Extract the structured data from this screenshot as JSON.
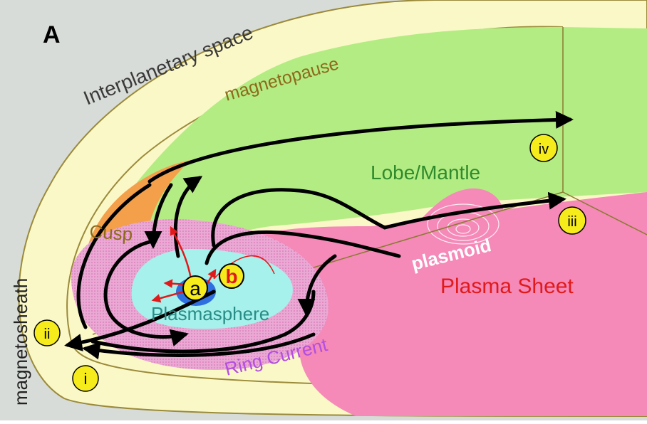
{
  "panel_label": "A",
  "regions": {
    "interplanetary": "Interplanetary space",
    "magnetopause": "magnetopause",
    "magnetosheath": "magnetosheath",
    "lobe": "Lobe/Mantle",
    "cusp": "Cusp",
    "plasmoid": "plasmoid",
    "plasma_sheet": "Plasma Sheet",
    "plasmasphere": "Plasmasphere",
    "ring_current": "Ring Current"
  },
  "markers": {
    "i": "i",
    "ii": "ii",
    "iii": "iii",
    "iv": "iv",
    "a": "a",
    "b": "b"
  },
  "colors": {
    "background": "#d8dcd8",
    "magnetosheath": "#fbf8c8",
    "magnetosheath_edge": "#9a8a3a",
    "lobe": "#b4ec84",
    "cusp": "#f4a04a",
    "plasma_sheet": "#f589b8",
    "ring_current": "#e9a9d4",
    "plasmasphere": "#a6f1ec",
    "earth": "#2f6fe0",
    "marker_fill": "#f6ec1c",
    "label_brown": "#8d6a1a",
    "label_green": "#2f8a2c",
    "label_red": "#e01a1a",
    "label_violet": "#b34fe0",
    "label_teal": "#2a8c86",
    "flow_lines": "#000000",
    "ionospheric_outflow": "#e01a1a"
  }
}
